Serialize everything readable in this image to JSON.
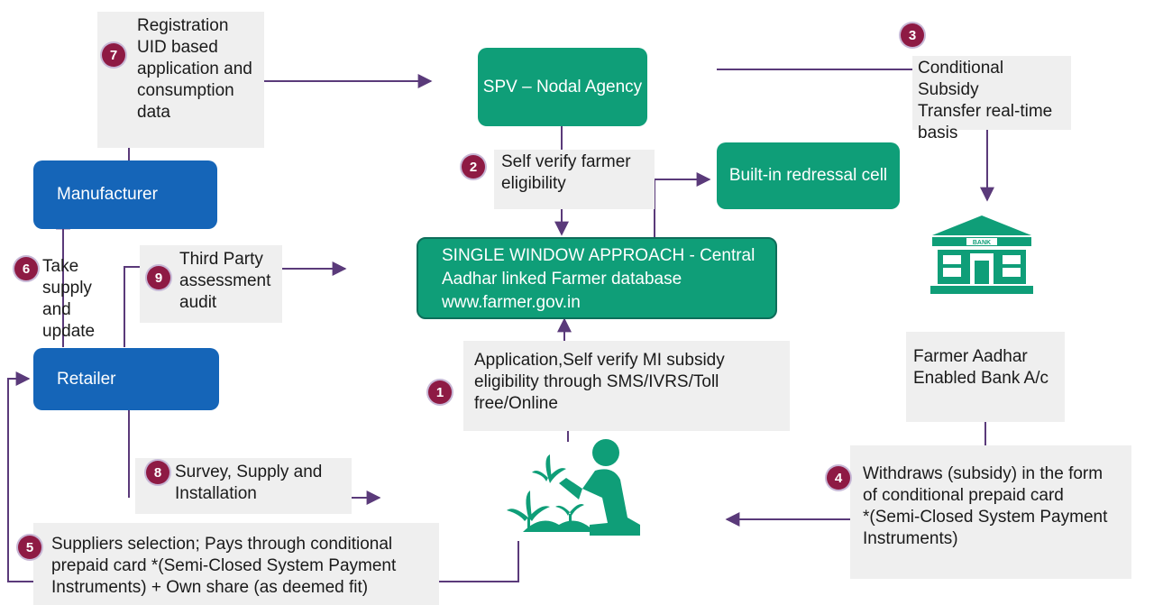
{
  "colors": {
    "accent_blue": "#1565b8",
    "accent_green": "#0f9e78",
    "badge": "#8e1a44",
    "arrow": "#5a3a7a",
    "label_bg": "#efefef"
  },
  "nodes": {
    "spv": "SPV – Nodal Agency",
    "redressal": "Built-in redressal cell",
    "single_window": [
      "SINGLE WINDOW APPROACH - Central",
      "Aadhar linked Farmer database",
      "www.farmer.gov.in"
    ],
    "manufacturer": "Manufacturer",
    "retailer": "Retailer"
  },
  "steps": {
    "s1": {
      "num": "1",
      "lines": [
        "Application,Self verify MI subsidy",
        "eligibility through SMS/IVRS/Toll",
        "free/Online"
      ]
    },
    "s2": {
      "num": "2",
      "lines": [
        "Self verify farmer",
        "eligibility"
      ]
    },
    "s3": {
      "num": "3",
      "lines": [
        "Conditional Subsidy",
        "Transfer real-time",
        "basis"
      ]
    },
    "s4": {
      "num": "4",
      "lines": [
        "Withdraws (subsidy) in the form",
        "of conditional prepaid card",
        "*(Semi-Closed System Payment",
        "Instruments)"
      ]
    },
    "s5": {
      "num": "5",
      "lines": [
        "Suppliers selection; Pays through conditional",
        "prepaid card *(Semi-Closed System Payment",
        "Instruments) + Own share (as deemed fit)"
      ]
    },
    "s6": {
      "num": "6",
      "lines": [
        "Take",
        "supply",
        "and",
        "update"
      ]
    },
    "s7": {
      "num": "7",
      "lines": [
        "Registration",
        "UID based",
        "application and",
        "consumption",
        "data"
      ]
    },
    "s8": {
      "num": "8",
      "lines": [
        "Survey, Supply and",
        "Installation"
      ]
    },
    "s9": {
      "num": "9",
      "lines": [
        "Third Party",
        "assessment",
        "audit"
      ]
    }
  },
  "bank": {
    "sign": "BANK",
    "label_lines": [
      "Farmer Aadhar",
      "Enabled Bank A/c"
    ]
  },
  "icons": {
    "bank": "bank-building-icon",
    "farmer": "farmer-planting-icon"
  }
}
